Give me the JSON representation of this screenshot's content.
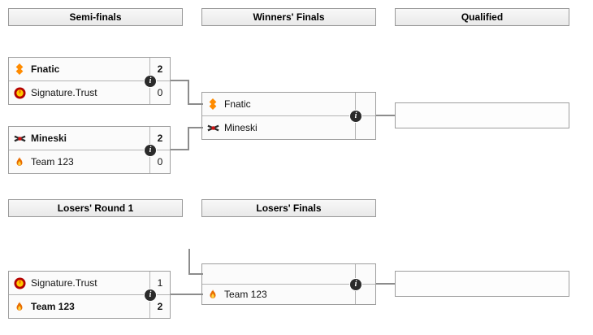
{
  "colors": {
    "background": "#ffffff",
    "box_border": "#9e9e9e",
    "header_bg": "#eeeeee",
    "row_bg": "#fbfbfb",
    "connector_line": "#8c8c8c",
    "info_badge_bg": "#2b2b2b",
    "fnatic_orange": "#ff8b00",
    "flame_orange": "#e86c00"
  },
  "headers": {
    "semifinals": "Semi-finals",
    "winners_finals": "Winners' Finals",
    "qualified": "Qualified",
    "losers_round1": "Losers' Round 1",
    "losers_finals": "Losers' Finals"
  },
  "bracket": {
    "semifinal_1": {
      "team1": {
        "name": "Fnatic",
        "score": "2",
        "logo": "fnatic-logo",
        "winner": true
      },
      "team2": {
        "name": "Signature.Trust",
        "score": "0",
        "logo": "signature-trust-logo",
        "winner": false
      }
    },
    "semifinal_2": {
      "team1": {
        "name": "Mineski",
        "score": "2",
        "logo": "mineski-logo",
        "winner": true
      },
      "team2": {
        "name": "Team 123",
        "score": "0",
        "logo": "team-123-logo",
        "winner": false
      }
    },
    "winners_finals": {
      "team1": {
        "name": "Fnatic",
        "score": "",
        "logo": "fnatic-logo"
      },
      "team2": {
        "name": "Mineski",
        "score": "",
        "logo": "mineski-logo"
      }
    },
    "losers_round_1": {
      "team1": {
        "name": "Signature.Trust",
        "score": "1",
        "logo": "signature-trust-logo",
        "winner": false
      },
      "team2": {
        "name": "Team 123",
        "score": "2",
        "logo": "team-123-logo",
        "winner": true
      }
    },
    "losers_finals": {
      "team1": {
        "name": "",
        "score": "",
        "logo": ""
      },
      "team2": {
        "name": "Team 123",
        "score": "",
        "logo": "team-123-logo"
      }
    }
  },
  "icons": {
    "match_info": "i"
  }
}
